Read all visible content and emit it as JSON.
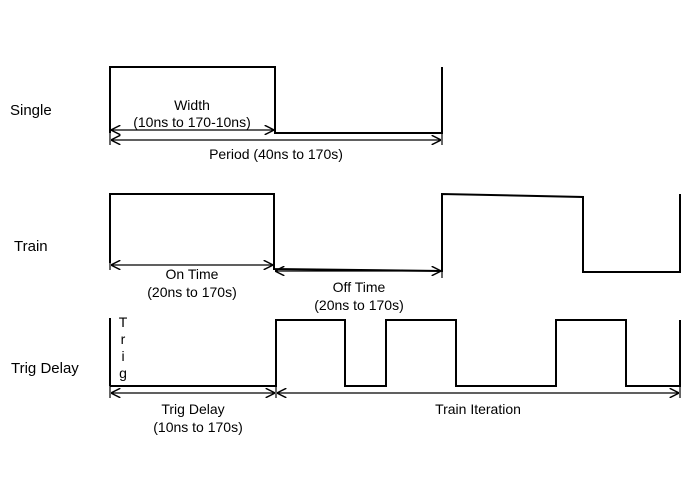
{
  "rows": {
    "single": {
      "label": "Single"
    },
    "train": {
      "label": "Train"
    },
    "trig_delay": {
      "label": "Trig Delay"
    }
  },
  "annotations": {
    "width_title": "Width",
    "width_range": "(10ns to 170-10ns)",
    "period": "Period (40ns to 170s)",
    "on_time_title": "On Time",
    "on_time_range": "(20ns to 170s)",
    "off_time_title": "Off Time",
    "off_time_range": "(20ns to 170s)",
    "trig_delay_title": "Trig Delay",
    "trig_delay_range": "(10ns to 170s)",
    "train_iteration": "Train Iteration",
    "trig_vertical": [
      "T",
      "r",
      "i",
      "g"
    ]
  },
  "colors": {
    "line": "#000000",
    "background": "#ffffff"
  }
}
